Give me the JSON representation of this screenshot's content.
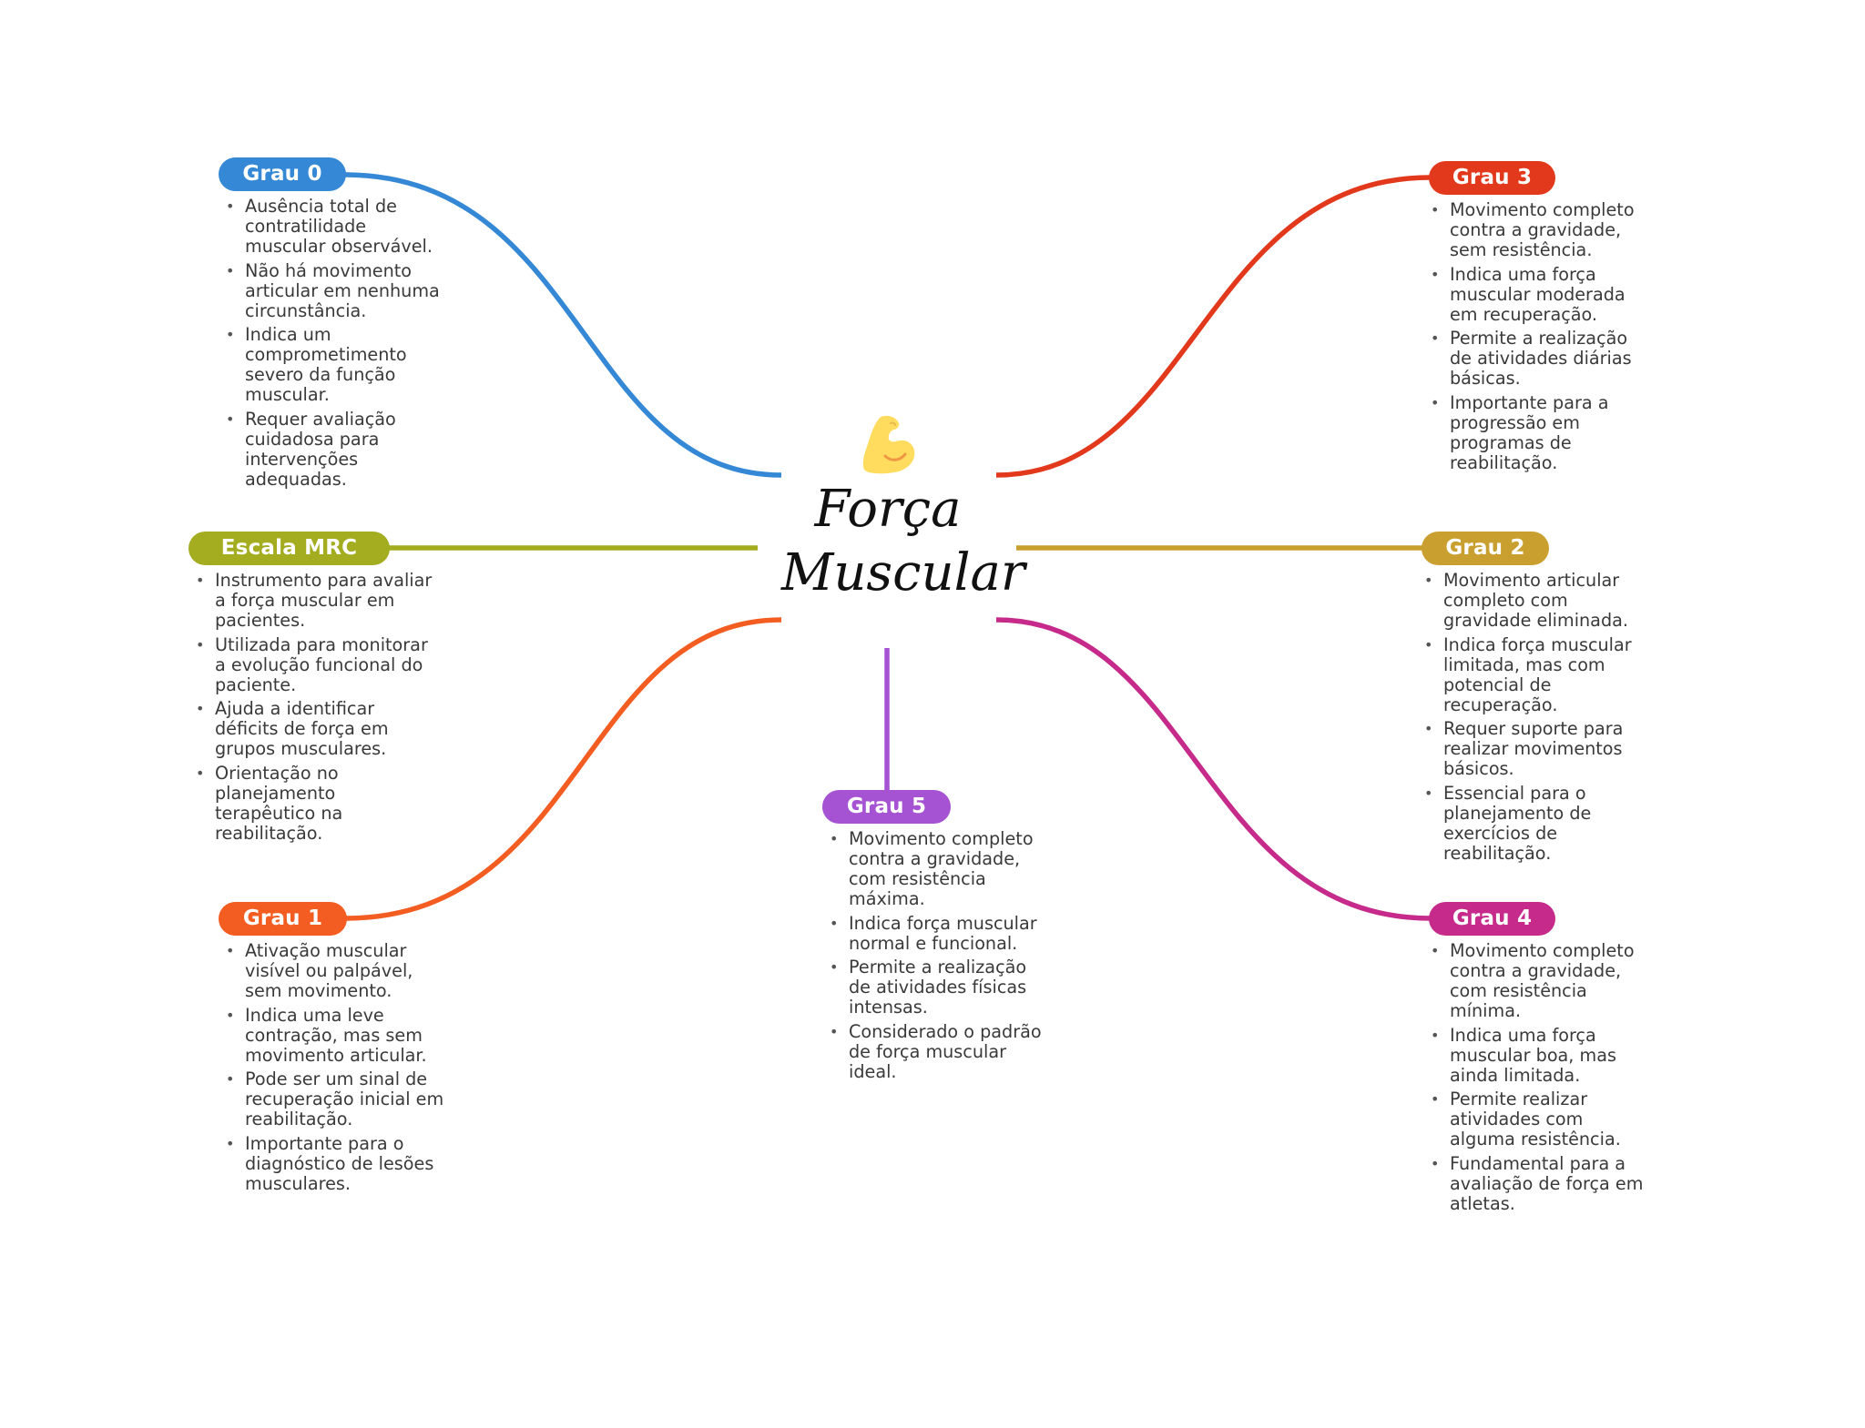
{
  "center": {
    "icon": "flexed-biceps-icon",
    "title_line1": "Força",
    "title_line2": "Muscular"
  },
  "branches": [
    {
      "id": "grau-0",
      "label": "Grau 0",
      "color": "#3588D5",
      "items": [
        "Ausência total de contratilidade muscular observável.",
        "Não há movimento articular em nenhuma circunstância.",
        "Indica um comprometimento severo da função muscular.",
        "Requer avaliação cuidadosa para intervenções adequadas."
      ]
    },
    {
      "id": "escala-mrc",
      "label": "Escala MRC",
      "color": "#A3AD1F",
      "items": [
        "Instrumento para avaliar a força muscular em pacientes.",
        "Utilizada para monitorar a evolução funcional do paciente.",
        "Ajuda a identificar déficits de força em grupos musculares.",
        "Orientação no planejamento terapêutico na reabilitação."
      ]
    },
    {
      "id": "grau-1",
      "label": "Grau 1",
      "color": "#F45D22",
      "items": [
        "Ativação muscular visível ou palpável, sem movimento.",
        "Indica uma leve contração, mas sem movimento articular.",
        "Pode ser um sinal de recuperação inicial em reabilitação.",
        "Importante para o diagnóstico de lesões musculares."
      ]
    },
    {
      "id": "grau-5",
      "label": "Grau 5",
      "color": "#A653D3",
      "items": [
        "Movimento completo contra a gravidade, com resistência máxima.",
        "Indica força muscular normal e funcional.",
        "Permite a realização de atividades físicas intensas.",
        "Considerado o padrão de força muscular ideal."
      ]
    },
    {
      "id": "grau-3",
      "label": "Grau 3",
      "color": "#E2391C",
      "items": [
        "Movimento completo contra a gravidade, sem resistência.",
        "Indica uma força muscular moderada em recuperação.",
        "Permite a realização de atividades diárias básicas.",
        "Importante para a progressão em programas de reabilitação."
      ]
    },
    {
      "id": "grau-2",
      "label": "Grau 2",
      "color": "#C9A030",
      "items": [
        "Movimento articular completo com gravidade eliminada.",
        "Indica força muscular limitada, mas com potencial de recuperação.",
        "Requer suporte para realizar movimentos básicos.",
        "Essencial para o planejamento de exercícios de reabilitação."
      ]
    },
    {
      "id": "grau-4",
      "label": "Grau 4",
      "color": "#C62A8A",
      "items": [
        "Movimento completo contra a gravidade, com resistência mínima.",
        "Indica uma força muscular boa, mas ainda limitada.",
        "Permite realizar atividades com alguma resistência.",
        "Fundamental para a avaliação de força em atletas."
      ]
    }
  ]
}
